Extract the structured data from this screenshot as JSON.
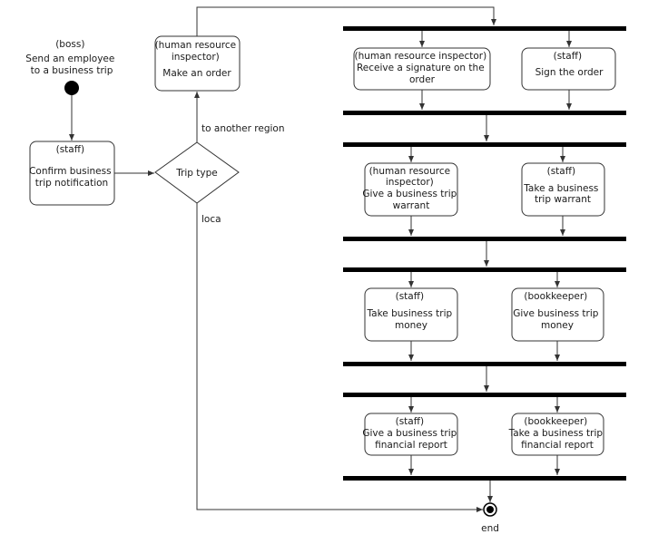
{
  "diagram": {
    "start_note": [
      "(boss)",
      "Send an employee",
      "to a business trip"
    ],
    "confirm": [
      "(staff)",
      "",
      "Confirm business",
      "trip notification"
    ],
    "decision": "Trip type",
    "guard_region": "to another region",
    "guard_local": "loca",
    "order": [
      "(human resource",
      "inspector)",
      "Make an order"
    ],
    "receive_signature": [
      "(human resource inspector)",
      "Receive a signature on the",
      "order"
    ],
    "sign_order": [
      "(staff)",
      "",
      "Sign the order"
    ],
    "give_warrant": [
      "(human resource",
      "inspector)",
      "Give a business trip",
      "warrant"
    ],
    "take_warrant": [
      "(staff)",
      "",
      "Take a business",
      "trip warrant"
    ],
    "take_money": [
      "(staff)",
      "",
      "Take business trip",
      "money"
    ],
    "give_money": [
      "(bookkeeper)",
      "",
      "Give business trip",
      "money"
    ],
    "give_report": [
      "(staff)",
      "Give a business trip",
      "financial report"
    ],
    "take_report": [
      "(bookkeeper)",
      "Take a business trip",
      "financial report"
    ],
    "end_label": "end"
  }
}
